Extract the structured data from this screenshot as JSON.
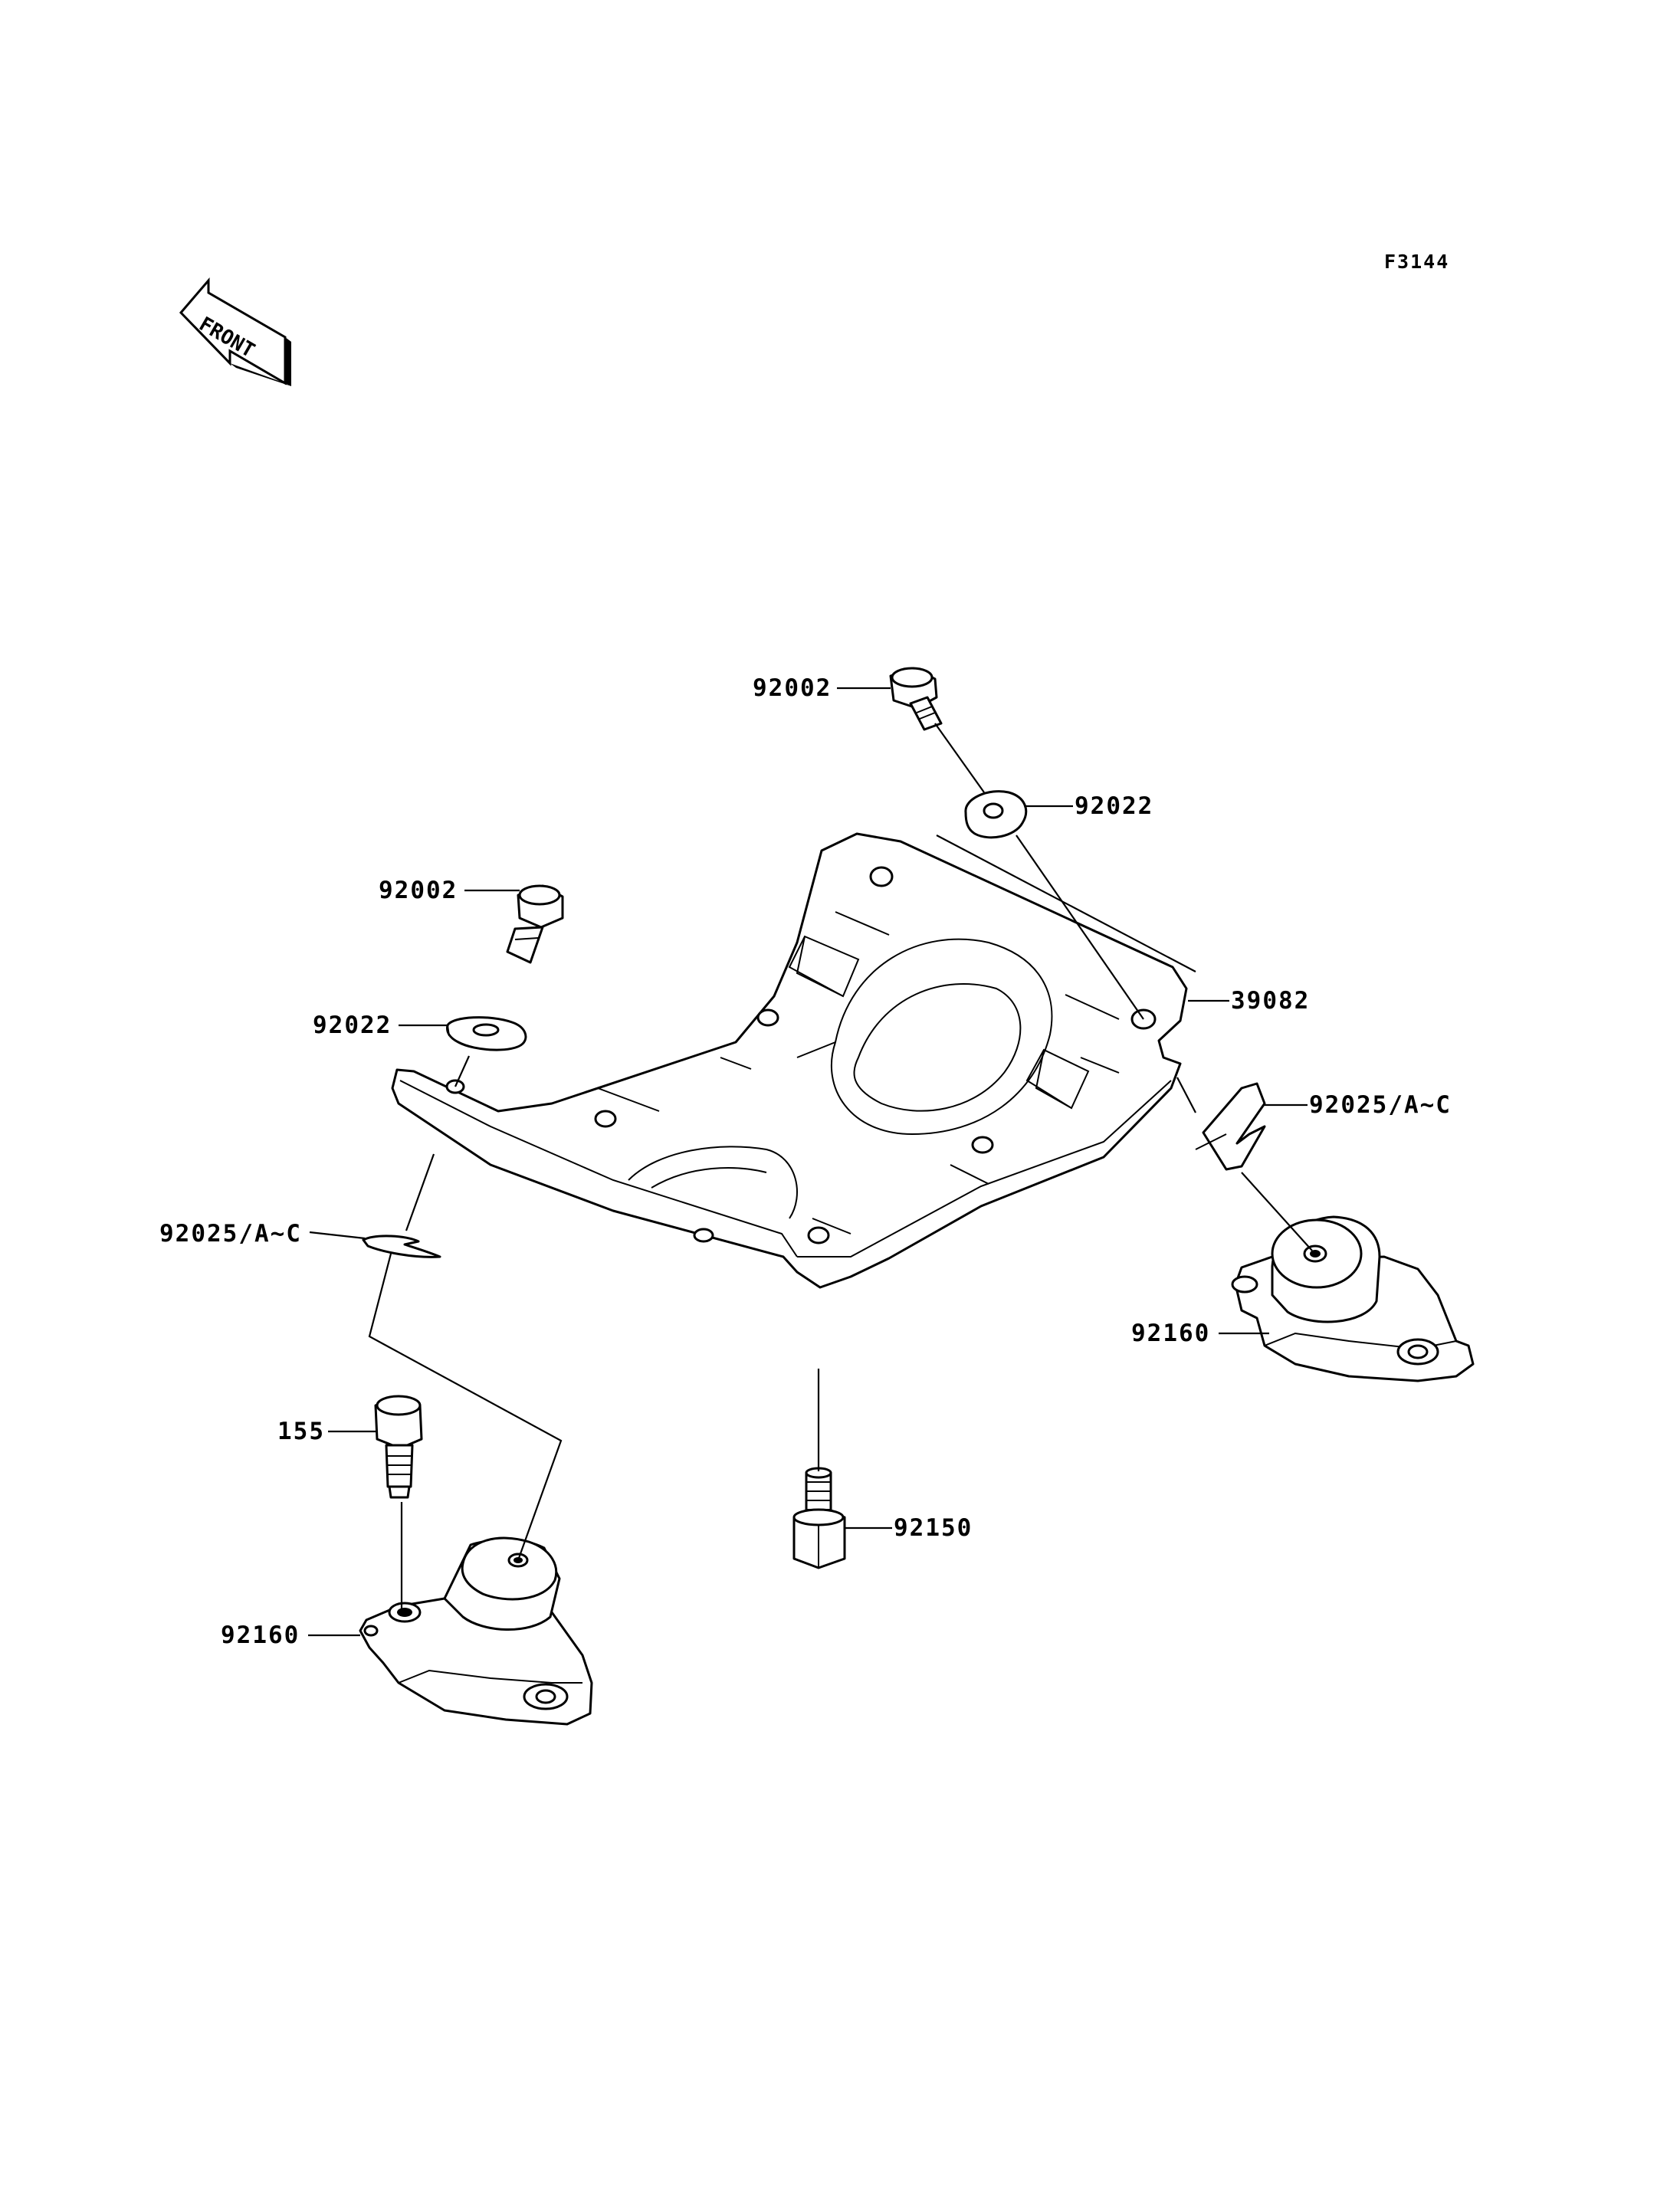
{
  "figure_code": "F3144",
  "front_label": "FRONT",
  "callouts": {
    "bolt_top": "92002",
    "washer_top": "92022",
    "bolt_left": "92002",
    "washer_left": "92022",
    "bracket": "39082",
    "clip_right": "92025/A~C",
    "clip_left": "92025/A~C",
    "mount_right": "92160",
    "stud_bottom": "92150",
    "bolt_155": "155",
    "mount_left": "92160"
  }
}
